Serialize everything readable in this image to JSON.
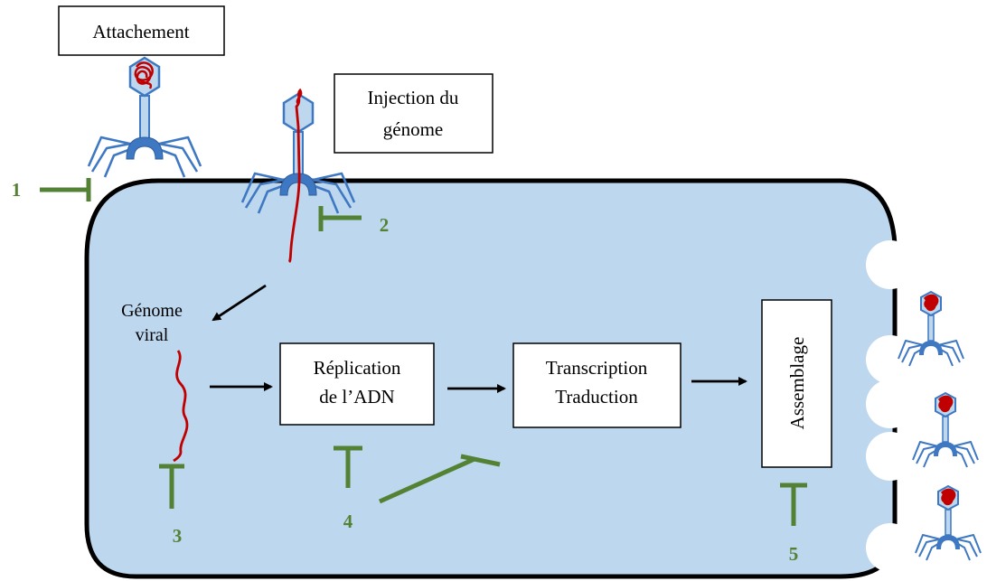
{
  "labels": {
    "attachement": "Attachement",
    "injection_line1": "Injection du",
    "injection_line2": "génome",
    "genome_line1": "Génome",
    "genome_line2": "viral",
    "replication_line1": "Réplication",
    "replication_line2": "de l’ADN",
    "transcription": "Transcription",
    "traduction": "Traduction",
    "assemblage": "Assemblage"
  },
  "inhibition_steps": [
    "1",
    "2",
    "3",
    "4",
    "5"
  ],
  "colors": {
    "cell_fill": "#bdd7ee",
    "cell_border": "#000000",
    "phage_blue": "#3f78c2",
    "phage_fill": "#bdd7ee",
    "dna_red": "#c00000",
    "inhibitor_green": "#548235"
  }
}
